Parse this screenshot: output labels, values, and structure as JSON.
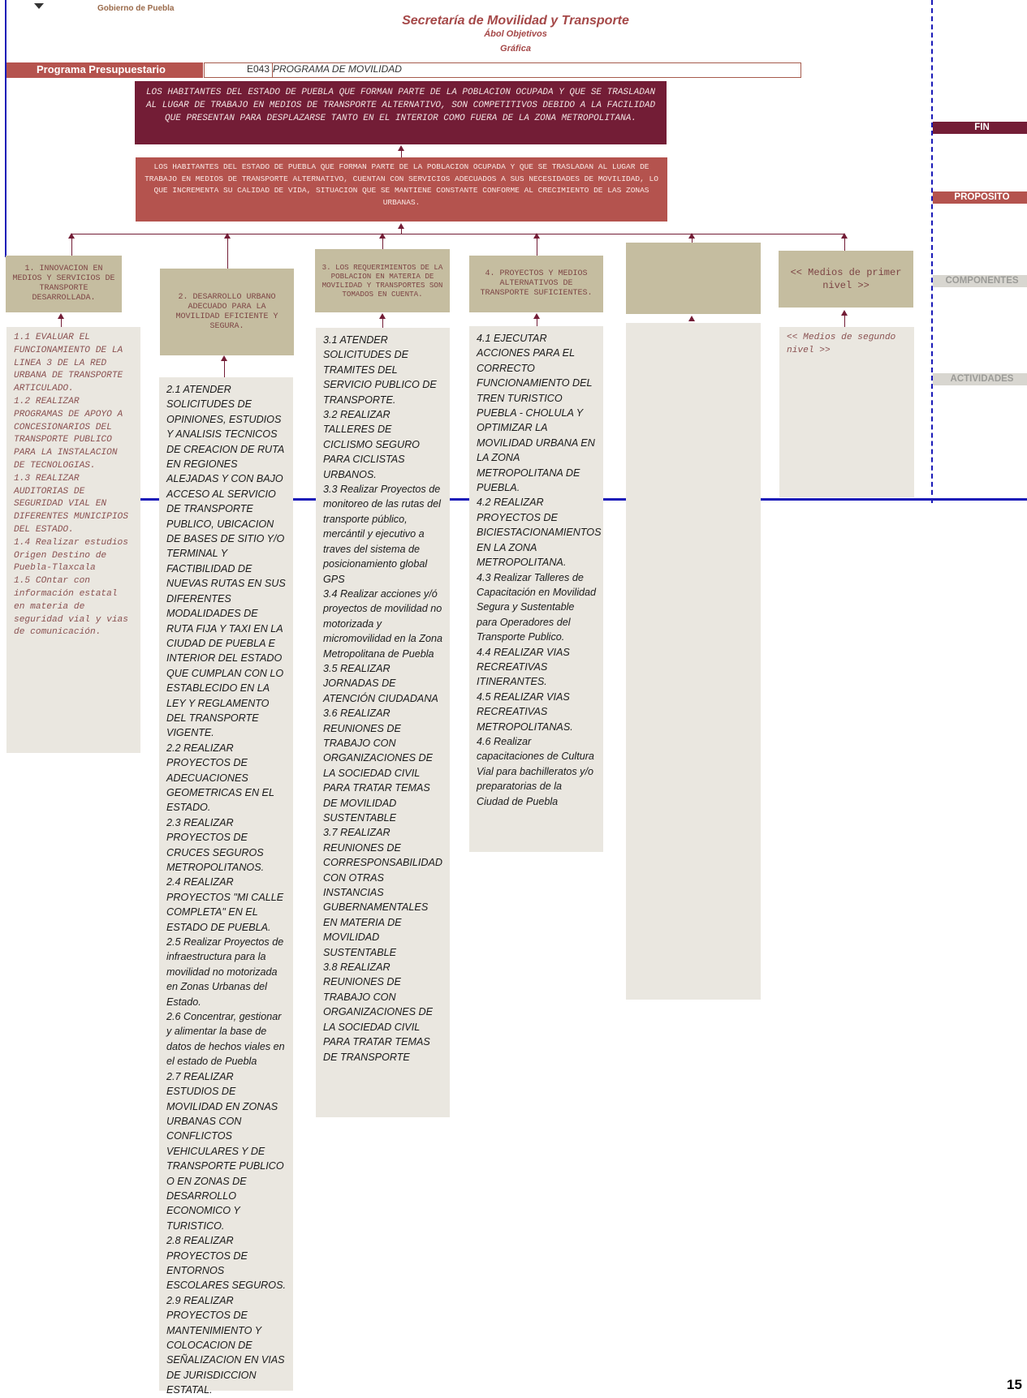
{
  "header": {
    "gov": "Gobierno de Puebla",
    "title": "Secretaría de Movilidad y Transporte",
    "subtitle": "Ábol Objetivos",
    "subtitle2": "Gráfica"
  },
  "program": {
    "label": "Programa Presupuestario",
    "code": "E043",
    "name": "PROGRAMA DE MOVILIDAD"
  },
  "fin": "LOS HABITANTES DEL ESTADO DE PUEBLA QUE FORMAN PARTE DE LA POBLACION OCUPADA Y QUE SE TRASLADAN AL LUGAR DE TRABAJO EN MEDIOS DE TRANSPORTE ALTERNATIVO, SON COMPETITIVOS DEBIDO A LA FACILIDAD QUE PRESENTAN PARA DESPLAZARSE TANTO EN EL INTERIOR COMO FUERA DE LA ZONA METROPOLITANA.",
  "proposito": "LOS HABITANTES DEL ESTADO DE PUEBLA QUE FORMAN PARTE DE LA POBLACION OCUPADA Y QUE SE TRASLADAN AL LUGAR DE TRABAJO EN MEDIOS DE TRANSPORTE ALTERNATIVO, CUENTAN CON SERVICIOS ADECUADOS A SUS NECESIDADES DE MOVILIDAD, LO QUE INCREMENTA SU CALIDAD DE VIDA, SITUACION QUE SE MANTIENE CONSTANTE CONFORME AL CRECIMIENTO DE LAS ZONAS URBANAS.",
  "levels": {
    "fin": "FIN",
    "proposito": "PROPOSITO",
    "componentes": "COMPONENTES",
    "actividades": "ACTIVIDADES"
  },
  "components": [
    "1. INNOVACION EN MEDIOS Y SERVICIOS DE TRANSPORTE DESARROLLADA.",
    "2. DESARROLLO URBANO ADECUADO PARA LA MOVILIDAD EFICIENTE Y SEGURA.",
    "3. LOS REQUERIMIENTOS DE LA POBLACION EN MATERIA DE MOVILIDAD Y TRANSPORTES SON TOMADOS EN CUENTA.",
    "4. PROYECTOS Y MEDIOS ALTERNATIVOS DE TRANSPORTE SUFICIENTES.",
    "",
    "<< Medios de primer nivel >>"
  ],
  "activities": [
    "1.1 EVALUAR EL FUNCIONAMIENTO DE LA LINEA 3 DE LA RED URBANA DE TRANSPORTE ARTICULADO.\n1.2 REALIZAR PROGRAMAS DE APOYO A CONCESIONARIOS DEL TRANSPORTE PUBLICO PARA LA INSTALACION DE TECNOLOGIAS.\n1.3 REALIZAR AUDITORIAS DE SEGURIDAD VIAL EN DIFERENTES MUNICIPIOS DEL ESTADO.\n1.4 Realizar estudios Origen Destino de Puebla-Tlaxcala\n1.5 COntar con información estatal en materia de seguridad vial y vias de comunicación.",
    "2.1 ATENDER SOLICITUDES DE OPINIONES, ESTUDIOS Y ANALISIS TECNICOS DE CREACION DE RUTA EN REGIONES ALEJADAS Y CON BAJO ACCESO AL SERVICIO DE TRANSPORTE PUBLICO, UBICACION DE BASES DE SITIO Y/O TERMINAL Y FACTIBILIDAD DE NUEVAS RUTAS EN SUS DIFERENTES MODALIDADES DE RUTA FIJA Y TAXI EN LA CIUDAD DE PUEBLA E INTERIOR DEL ESTADO QUE CUMPLAN CON LO ESTABLECIDO EN LA LEY Y REGLAMENTO DEL TRANSPORTE VIGENTE.\n2.2 REALIZAR PROYECTOS DE ADECUACIONES GEOMETRICAS EN EL ESTADO.\n2.3 REALIZAR PROYECTOS DE CRUCES SEGUROS METROPOLITANOS.\n2.4 REALIZAR PROYECTOS \"MI CALLE COMPLETA\" EN EL ESTADO DE PUEBLA.\n2.5 Realizar Proyectos de infraestructura para la movilidad no motorizada en Zonas Urbanas del Estado.\n2.6 Concentrar, gestionar y alimentar la base de datos de hechos viales en el estado de Puebla\n2.7 REALIZAR ESTUDIOS DE MOVILIDAD EN ZONAS URBANAS CON CONFLICTOS VEHICULARES Y DE TRANSPORTE PUBLICO O EN ZONAS DE DESARROLLO ECONOMICO Y TURISTICO.\n2.8 REALIZAR PROYECTOS DE ENTORNOS ESCOLARES SEGUROS.\n2.9 REALIZAR PROYECTOS DE MANTENIMIENTO Y COLOCACION DE SEÑALIZACION EN VIAS DE JURISDICCION ESTATAL.",
    "3.1 ATENDER SOLICITUDES DE TRAMITES DEL SERVICIO PUBLICO DE TRANSPORTE.\n3.2 REALIZAR TALLERES DE CICLISMO SEGURO PARA CICLISTAS URBANOS.\n3.3 Realizar Proyectos de monitoreo de las rutas del transporte público, mercántil y ejecutivo a traves del sistema de posicionamiento global GPS\n3.4 Realizar acciones y/ó proyectos de movilidad no motorizada y micromovilidad en la Zona Metropolitana de Puebla\n3.5 REALIZAR JORNADAS DE ATENCIÓN CIUDADANA\n3.6 REALIZAR REUNIONES DE TRABAJO CON ORGANIZACIONES DE LA SOCIEDAD CIVIL PARA TRATAR TEMAS DE MOVILIDAD SUSTENTABLE\n3.7 REALIZAR REUNIONES DE CORRESPONSABILIDAD CON OTRAS INSTANCIAS GUBERNAMENTALES EN MATERIA DE MOVILIDAD SUSTENTABLE\n3.8 REALIZAR REUNIONES DE TRABAJO CON ORGANIZACIONES DE LA SOCIEDAD CIVIL PARA TRATAR TEMAS DE TRANSPORTE",
    "4.1 EJECUTAR ACCIONES PARA EL CORRECTO FUNCIONAMIENTO DEL TREN TURISTICO PUEBLA - CHOLULA Y OPTIMIZAR LA MOVILIDAD URBANA EN LA ZONA METROPOLITANA DE PUEBLA.\n4.2 REALIZAR PROYECTOS DE BICIESTACIONAMIENTOS EN LA ZONA METROPOLITANA.\n4.3 Realizar Talleres de Capacitación en Movilidad Segura y Sustentable para Operadores del Transporte Publico.\n4.4 REALIZAR VIAS RECREATIVAS ITINERANTES.\n4.5 REALIZAR VIAS RECREATIVAS METROPOLITANAS.\n4.6 Realizar capacitaciones de Cultura Vial para bachilleratos y/o preparatorias de la Ciudad de Puebla",
    "",
    "<< Medios de segundo nivel >>"
  ],
  "page_number": "15"
}
